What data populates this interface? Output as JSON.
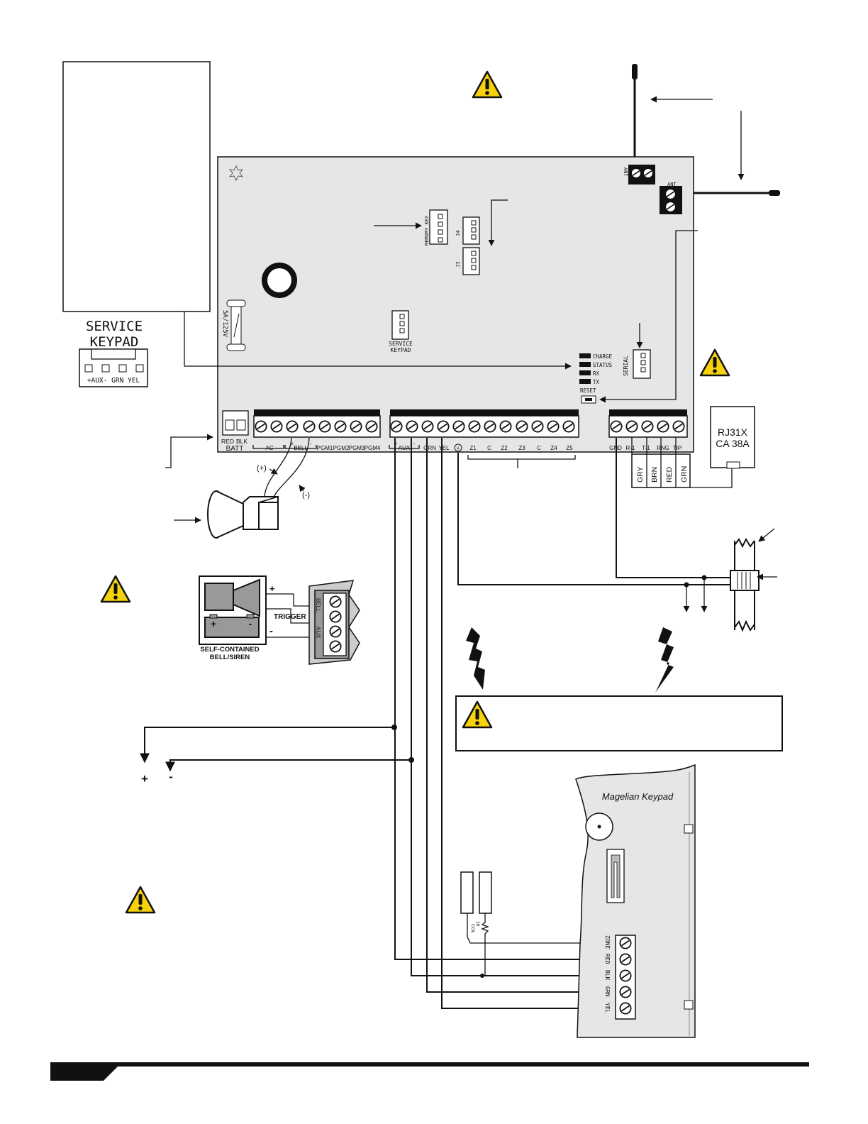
{
  "service_keypad": {
    "title_line1": "SERVICE",
    "title_line2": "KEYPAD",
    "pins": "+AUX-  GRN YEL"
  },
  "board": {
    "memory_key_label": "MEMORY KEY",
    "j4_label": "J4",
    "j3_label": "J3",
    "fuse_label": "5A/125V",
    "service_keypad_label_line1": "SERVICE",
    "service_keypad_label_line2": "KEYPAD",
    "ant_label": "ANT",
    "serial_label": "SERIAL",
    "reset_label": "RESET",
    "leds": [
      "CHARGE",
      "STATUS",
      "RX",
      "TX"
    ],
    "batt_colors": [
      "RED",
      "BLK"
    ],
    "batt_label": "BATT",
    "terminals": [
      "AC",
      "BELL",
      "PGM1",
      "PGM2",
      "PGM3",
      "PGM4",
      "AUX",
      "GRN",
      "YEL",
      "Z1",
      "C",
      "Z2",
      "Z3",
      "C",
      "Z4",
      "Z5",
      "GND",
      "R-1",
      "T-1",
      "RNG",
      "TIP"
    ]
  },
  "bell": {
    "plus_label": "(+)",
    "minus_label": "(-)"
  },
  "rj31x": {
    "line1": "RJ31X",
    "line2": "CA 38A",
    "wires": [
      "GRY",
      "BRN",
      "RED",
      "GRN"
    ]
  },
  "siren_module": {
    "trigger_label": "TRIGGER",
    "caption_line1": "SELF-CONTAINED",
    "caption_line2": "BELL/SIREN",
    "plus": "+",
    "minus": "-",
    "terminal_bell": "BELL",
    "terminal_aux": "AUX"
  },
  "aux_output": {
    "plus": "+",
    "minus": "-"
  },
  "keypad": {
    "title": "Magelian  Keypad",
    "terminals": [
      "ZONE",
      "RED",
      "BLK",
      "GRN",
      "YEL"
    ]
  },
  "contact": {
    "resistor_label": "1K",
    "col_label": "COL"
  },
  "colors": {
    "board": "#e6e6e6",
    "warning_yellow": "#f5d20c",
    "line": "#111111"
  }
}
